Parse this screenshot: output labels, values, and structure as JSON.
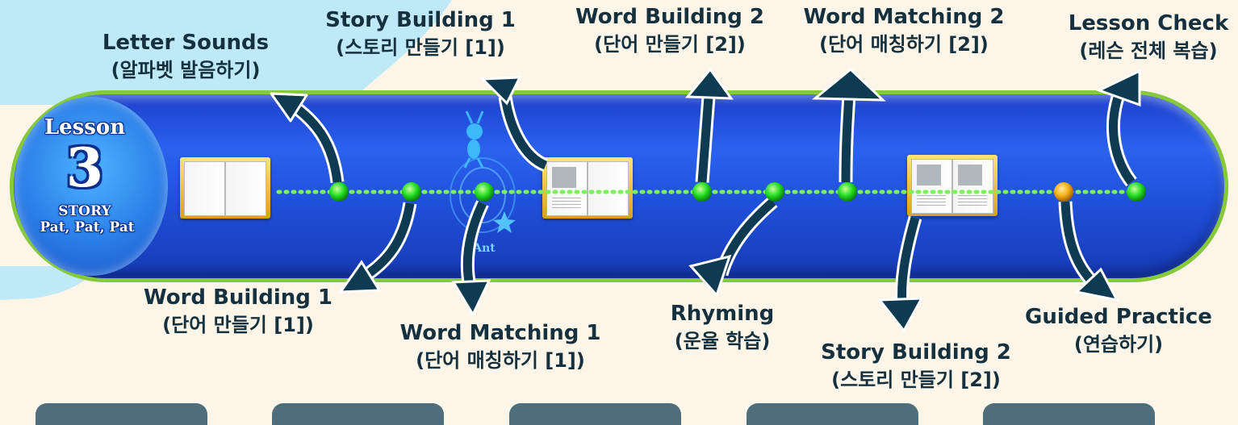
{
  "lesson": {
    "title": "Lesson",
    "number": "3",
    "type": "STORY",
    "name": "Pat, Pat, Pat"
  },
  "activities": [
    {
      "en": "Letter Sounds",
      "ko": "(알파벳 발음하기)"
    },
    {
      "en": "Word Building 1",
      "ko": "(단어 만들기 [1])"
    },
    {
      "en": "Word Matching 1",
      "ko": "(단어 매칭하기 [1])"
    },
    {
      "en": "Story Building 1",
      "ko": "(스토리 만들기 [1])"
    },
    {
      "en": "Word Building 2",
      "ko": "(단어 만들기 [2])"
    },
    {
      "en": "Rhyming",
      "ko": "(운율 학습)"
    },
    {
      "en": "Word Matching 2",
      "ko": "(단어 매칭하기 [2])"
    },
    {
      "en": "Story Building 2",
      "ko": "(스토리 만들기 [2])"
    },
    {
      "en": "Guided Practice",
      "ko": "(연습하기)"
    },
    {
      "en": "Lesson Check",
      "ko": "(레슨 전체 복습)"
    }
  ],
  "mascot_label": "Ant",
  "colors": {
    "background": "#fdf6e8",
    "sky_blob": "#bfe9f7",
    "bar": "#2a62ee",
    "bar_rim": "#86c93a",
    "node": "#22dd22",
    "node_current": "#f5b012",
    "arrow": "#0f3b52",
    "label_text": "#15303e",
    "footer_button": "#4d6e7a"
  },
  "footer_buttons": 5
}
